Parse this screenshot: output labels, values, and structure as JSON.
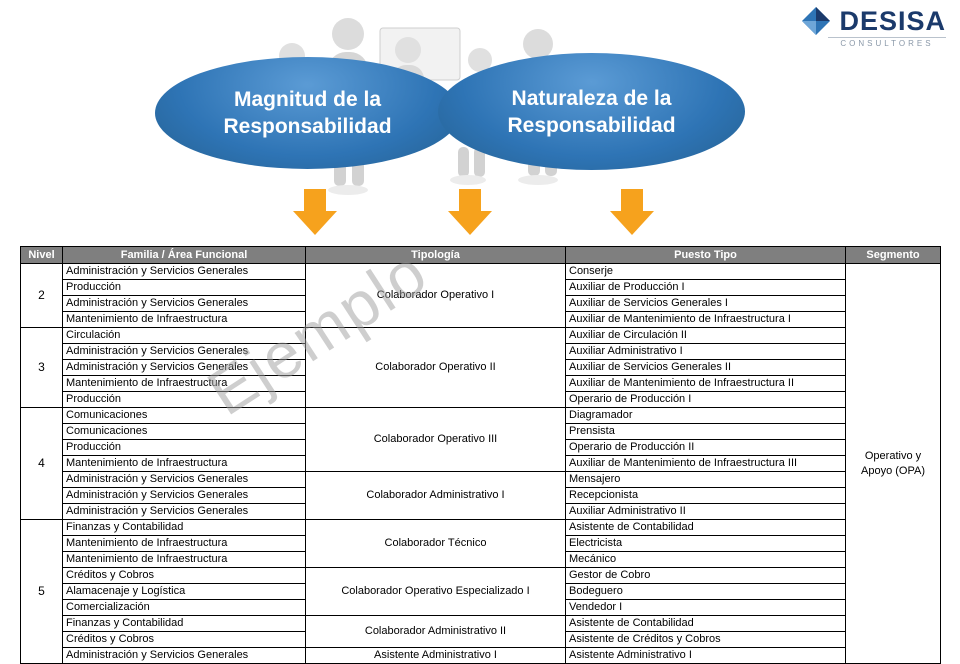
{
  "logo": {
    "name": "DESISA",
    "subtitle": "CONSULTORES",
    "navy": "#1b3a6b",
    "blue": "#2e74b5"
  },
  "bubbles": {
    "left": {
      "line1": "Magnitud de la",
      "line2": "Responsabilidad"
    },
    "right": {
      "line1": "Naturaleza de la",
      "line2": "Responsabilidad"
    }
  },
  "arrow_color": "#f6a21d",
  "watermark": "Ejemplo",
  "table": {
    "headers": [
      "Nivel",
      "Familia  / Área Funcional",
      "Tipología",
      "Puesto Tipo",
      "Segmento"
    ],
    "segmento": "Operativo y Apoyo (OPA)",
    "levels": [
      {
        "nivel": "2",
        "groups": [
          {
            "tipologia": "Colaborador Operativo I",
            "rows": [
              {
                "familia": "Administración y Servicios Generales",
                "puesto": "Conserje"
              },
              {
                "familia": "Producción",
                "puesto": "Auxiliar de Producción I"
              },
              {
                "familia": "Administración y Servicios Generales",
                "puesto": "Auxiliar de Servicios Generales I"
              },
              {
                "familia": "Mantenimiento de Infraestructura",
                "puesto": "Auxiliar de Mantenimiento de Infraestructura I"
              }
            ]
          }
        ]
      },
      {
        "nivel": "3",
        "groups": [
          {
            "tipologia": "Colaborador Operativo II",
            "rows": [
              {
                "familia": "Circulación",
                "puesto": "Auxiliar de Circulación II"
              },
              {
                "familia": "Administración y Servicios Generales",
                "puesto": "Auxiliar Administrativo I"
              },
              {
                "familia": "Administración y Servicios Generales",
                "puesto": "Auxiliar de Servicios Generales II"
              },
              {
                "familia": "Mantenimiento de Infraestructura",
                "puesto": "Auxiliar de Mantenimiento de Infraestructura II"
              },
              {
                "familia": "Producción",
                "puesto": "Operario de Producción I"
              }
            ]
          }
        ]
      },
      {
        "nivel": "4",
        "groups": [
          {
            "tipologia": "Colaborador Operativo III",
            "rows": [
              {
                "familia": "Comunicaciones",
                "puesto": "Diagramador"
              },
              {
                "familia": "Comunicaciones",
                "puesto": "Prensista"
              },
              {
                "familia": "Producción",
                "puesto": "Operario de Producción II"
              },
              {
                "familia": "Mantenimiento de Infraestructura",
                "puesto": "Auxiliar de Mantenimiento de Infraestructura III"
              }
            ]
          },
          {
            "tipologia": "Colaborador Administrativo I",
            "rows": [
              {
                "familia": "Administración y Servicios Generales",
                "puesto": "Mensajero"
              },
              {
                "familia": "Administración y Servicios Generales",
                "puesto": "Recepcionista"
              },
              {
                "familia": "Administración y Servicios Generales",
                "puesto": "Auxiliar Administrativo II"
              }
            ]
          }
        ]
      },
      {
        "nivel": "5",
        "groups": [
          {
            "tipologia": "Colaborador Técnico",
            "rows": [
              {
                "familia": "Finanzas y Contabilidad",
                "puesto": "Asistente de Contabilidad"
              },
              {
                "familia": "Mantenimiento de Infraestructura",
                "puesto": "Electricista"
              },
              {
                "familia": "Mantenimiento de Infraestructura",
                "puesto": "Mecánico"
              }
            ]
          },
          {
            "tipologia": "Colaborador Operativo Especializado I",
            "rows": [
              {
                "familia": "Créditos y Cobros",
                "puesto": "Gestor de Cobro"
              },
              {
                "familia": "Alamacenaje y Logística",
                "puesto": "Bodeguero"
              },
              {
                "familia": "Comercialización",
                "puesto": "Vendedor I"
              }
            ]
          },
          {
            "tipologia": "Colaborador Administrativo II",
            "rows": [
              {
                "familia": "Finanzas y Contabilidad",
                "puesto": "Asistente de Contabilidad"
              },
              {
                "familia": "Créditos y Cobros",
                "puesto": "Asistente de Créditos y Cobros"
              }
            ]
          },
          {
            "tipologia": "Asistente Administrativo I",
            "rows": [
              {
                "familia": "Administración y Servicios Generales",
                "puesto": "Asistente Administrativo I"
              }
            ]
          }
        ]
      }
    ]
  }
}
